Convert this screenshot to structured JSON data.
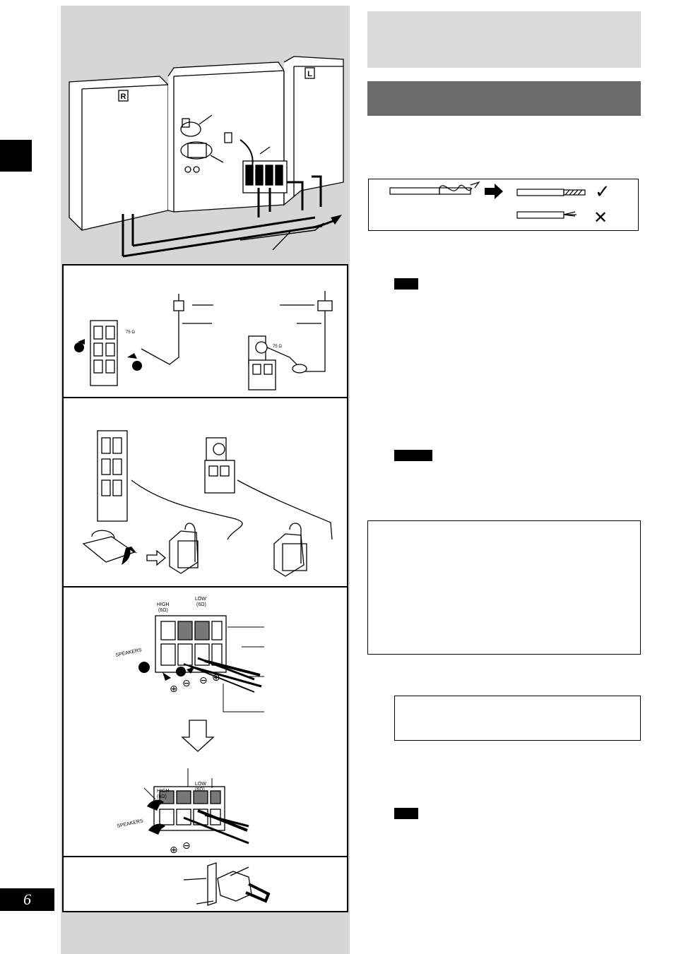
{
  "page": {
    "number": "6"
  },
  "labels": {
    "speaker_right": "R",
    "speaker_left": "L",
    "am_ohm": "75 Ω",
    "fm_ohm": "75 Ω",
    "speakers_top": "SPEAKERS",
    "speakers_bottom": "SPEAKERS",
    "high_top": "HIGH",
    "high_top_ohm": "(6Ω)",
    "low_top": "LOW",
    "low_top_ohm": "(6Ω)",
    "high_bottom": "HIGH",
    "high_bottom_ohm": "(6Ω)",
    "low_bottom": "LOW",
    "low_bottom_ohm": "(6Ω)",
    "polarity": [
      "⊕",
      "⊖",
      "⊖",
      "⊕"
    ],
    "polarity_bottom": [
      "⊕",
      "⊖"
    ]
  },
  "marks": {
    "ok": "✓",
    "ng": "✕"
  },
  "colors": {
    "sidebar_gray": "#d6d6d6",
    "header_light": "#d8d8d8",
    "header_dark": "#6b6b6b"
  }
}
